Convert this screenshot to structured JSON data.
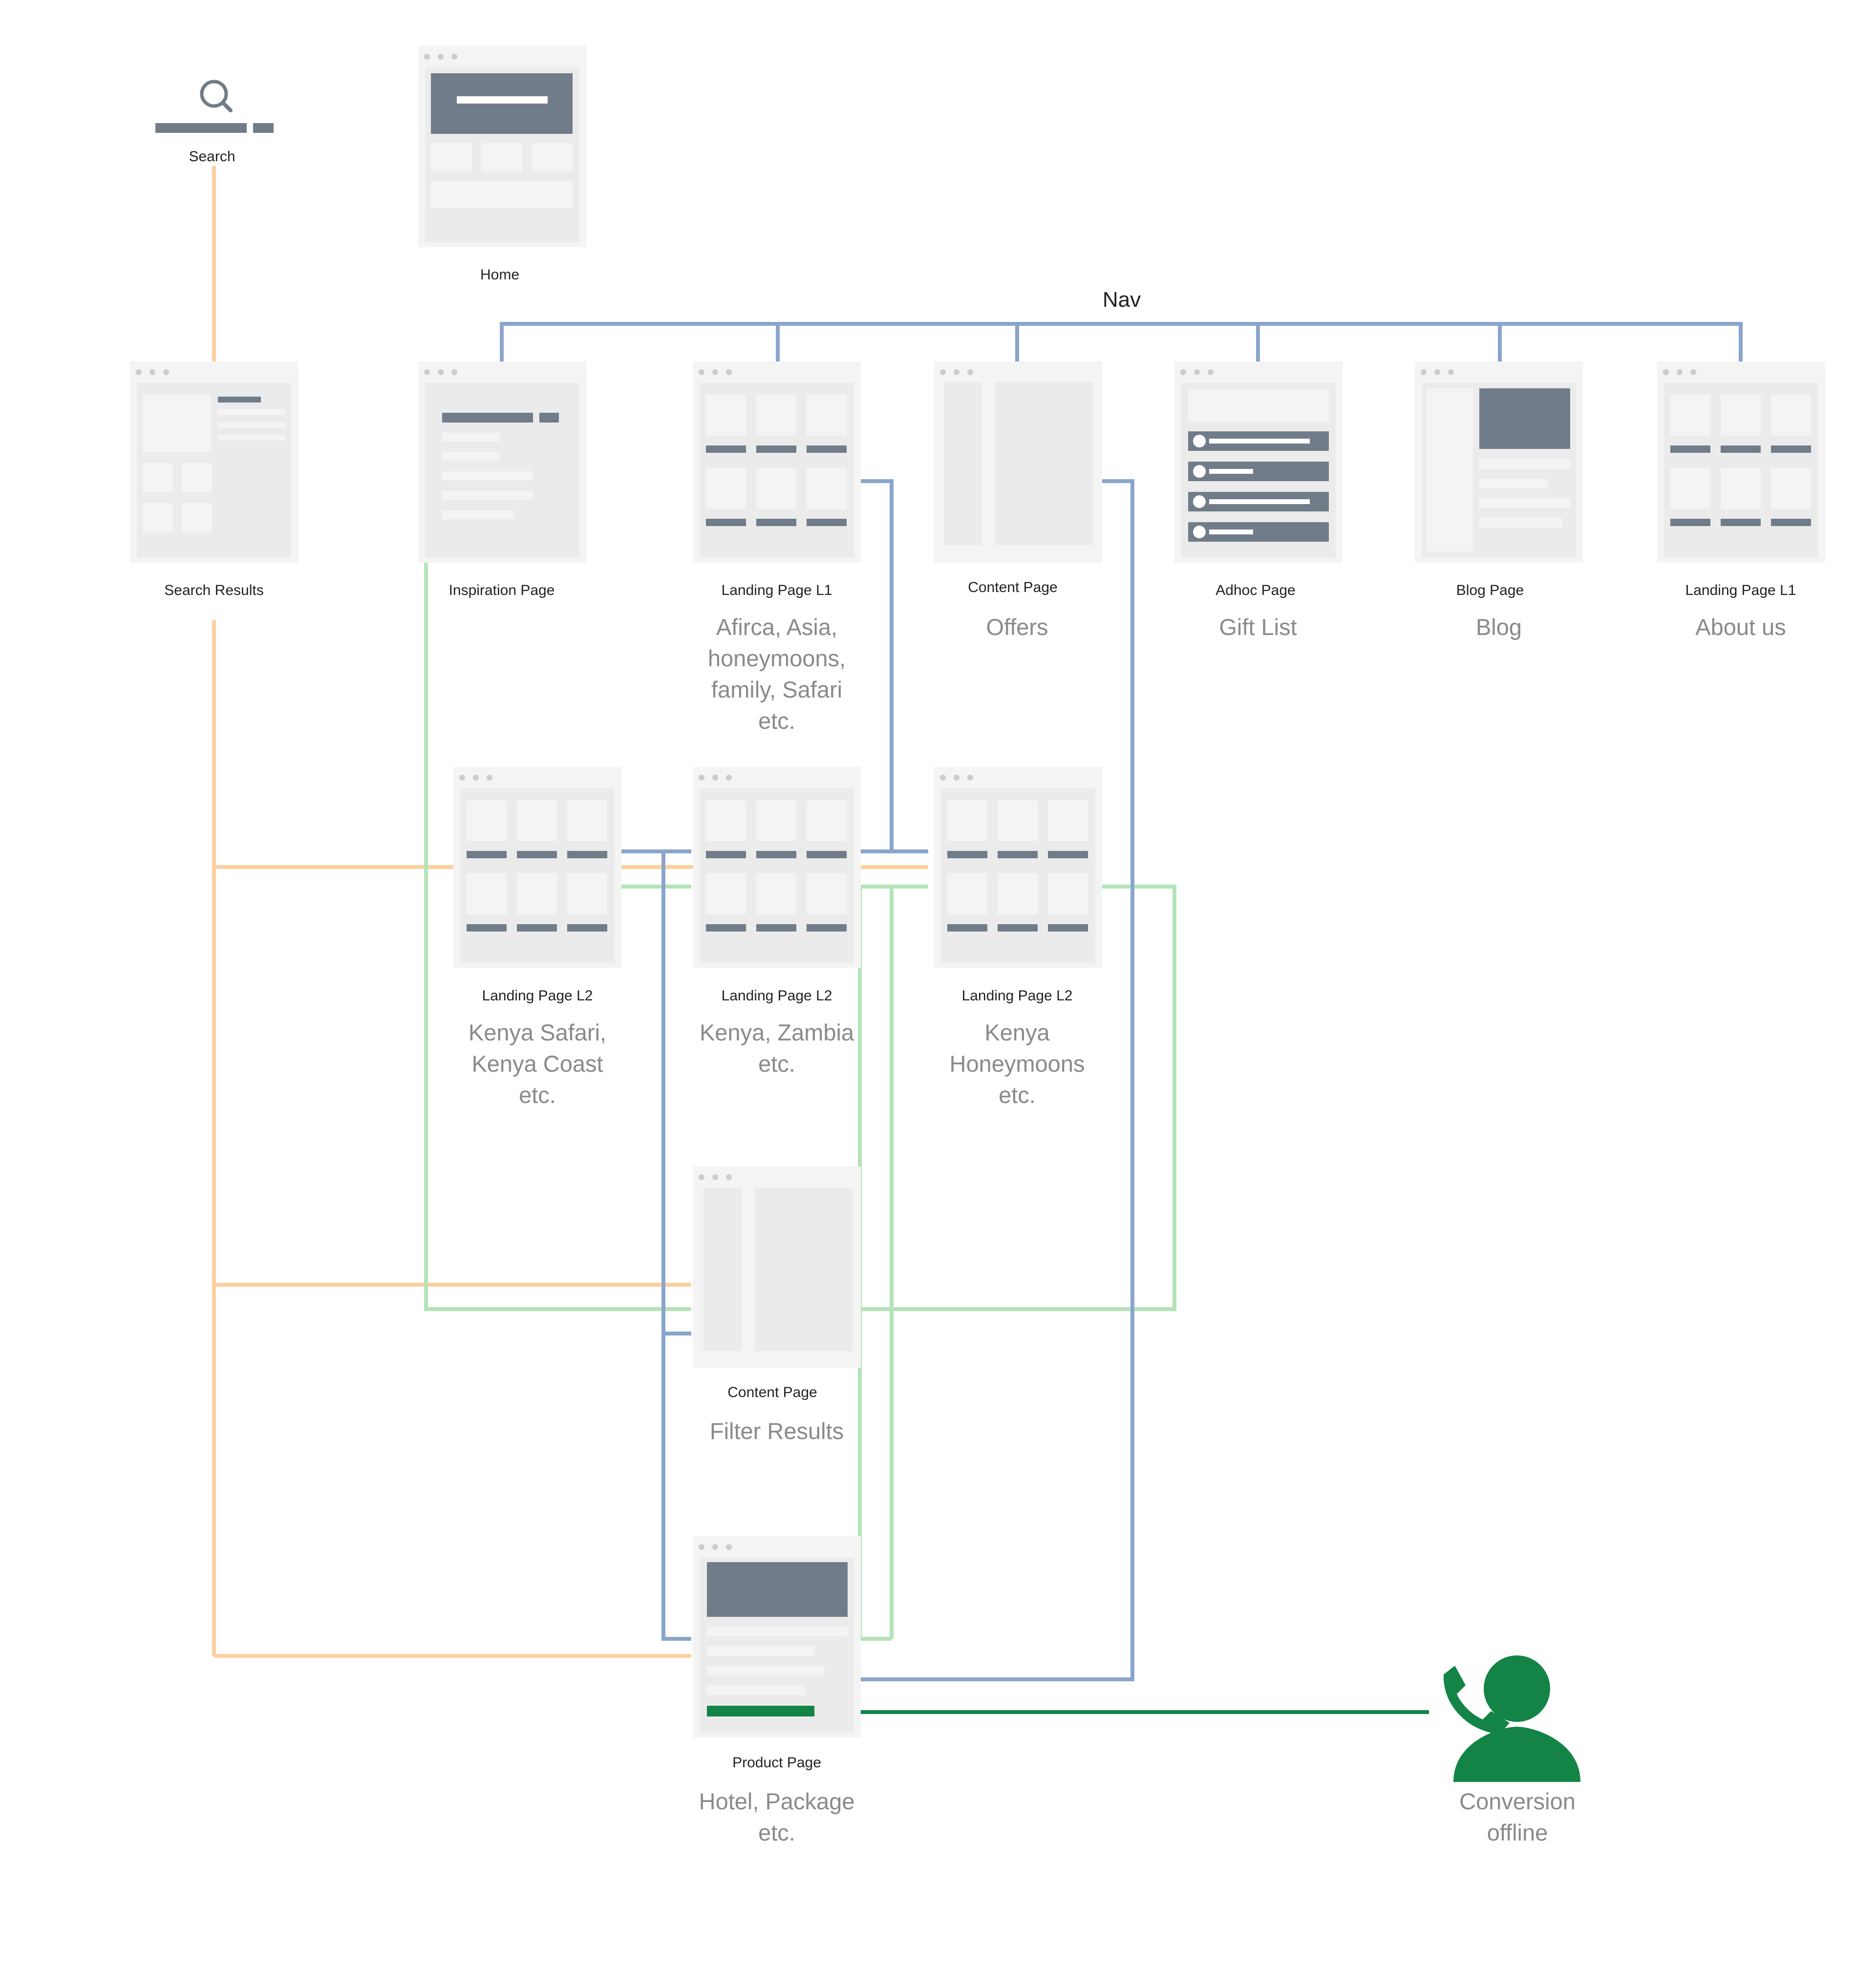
{
  "nav_label": "Nav",
  "search": {
    "label": "Search"
  },
  "home": {
    "label": "Home"
  },
  "search_results": {
    "label": "Search Results"
  },
  "inspiration": {
    "label": "Inspiration Page"
  },
  "landing_l1_regions": {
    "type": "Landing Page L1",
    "lines": [
      "Afirca, Asia,",
      "honeymoons,",
      "family, Safari",
      "etc."
    ]
  },
  "content_offers": {
    "type": "Content Page",
    "lines": [
      "Offers"
    ]
  },
  "adhoc_gift": {
    "type": "Adhoc Page",
    "lines": [
      "Gift List"
    ]
  },
  "blog": {
    "type": "Blog Page",
    "lines": [
      "Blog"
    ]
  },
  "landing_l1_about": {
    "type": "Landing Page L1",
    "lines": [
      "About us"
    ]
  },
  "l2_kenya_safari": {
    "type": "Landing Page L2",
    "lines": [
      "Kenya Safari,",
      "Kenya Coast",
      "etc."
    ]
  },
  "l2_kenya_zambia": {
    "type": "Landing Page L2",
    "lines": [
      "Kenya, Zambia",
      "etc."
    ]
  },
  "l2_kenya_honeymoons": {
    "type": "Landing Page L2",
    "lines": [
      "Kenya",
      "Honeymoons",
      "etc."
    ]
  },
  "content_filter": {
    "type": "Content Page",
    "lines": [
      "Filter Results"
    ]
  },
  "product": {
    "type": "Product Page",
    "lines": [
      "Hotel, Package",
      "etc."
    ]
  },
  "conversion": {
    "lines": [
      "Conversion",
      "offline"
    ],
    "icon": "phone-person-icon"
  },
  "colors": {
    "search_path": "#fccf9f",
    "nav_path": "#8aa5cb",
    "inspiration_path": "#b4e3b8",
    "conversion": "#138446",
    "wireframe_dark": "#707c89",
    "wireframe_light": "#efefef"
  }
}
